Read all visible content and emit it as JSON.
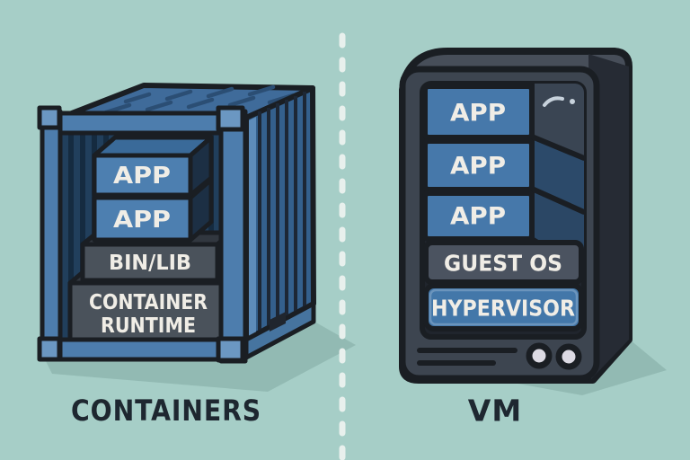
{
  "palette": {
    "background": "#a6cec7",
    "shadow": "#92bab3",
    "outline": "#1a1e23",
    "container_blue": "#4d7dad",
    "container_blue_light": "#6b97c2",
    "lid_blue": "#3f6b9a",
    "side_blue": "#34608d",
    "interior_navy": "#213f5c",
    "box_blue_front": "#4d7fb0",
    "box_gray_front": "#4a525b",
    "tower_body": "#3d4550",
    "tower_side": "#262b34",
    "slot_blue": "#4678aa",
    "slot_side_blue": "#2c4a6a",
    "guest_os_gray": "#4b5360",
    "hypervisor_blue": "#4377a9",
    "label_dark": "#1e2730",
    "label_light": "#f0ede6",
    "divider": "#e8f0ed"
  },
  "left_panel": {
    "caption": "CONTAINERS",
    "stack": [
      {
        "label": "APP"
      },
      {
        "label": "APP"
      },
      {
        "label": "BIN/LIB"
      },
      {
        "label_line1": "CONTAINER",
        "label_line2": "RUNTIME"
      }
    ]
  },
  "right_panel": {
    "caption": "VM",
    "slots": [
      {
        "label": "APP"
      },
      {
        "label": "APP"
      },
      {
        "label": "APP"
      },
      {
        "label": "GUEST OS"
      },
      {
        "label": "HYPERVISOR"
      }
    ]
  }
}
